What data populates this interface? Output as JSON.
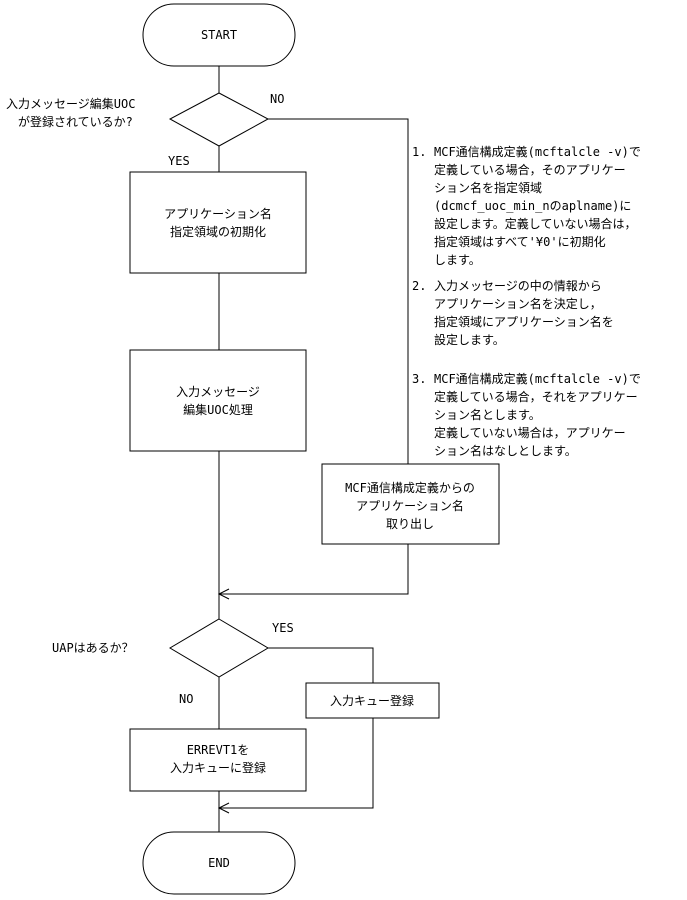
{
  "terminals": {
    "start": "START",
    "end": "END"
  },
  "decision1": {
    "question_line1": "入力メッセージ編集UOC",
    "question_line2": "が登録されているか?",
    "yes_label": "YES",
    "no_label": "NO"
  },
  "process_set_name": [
    "アプリケーション名",
    "指定領域の初期化"
  ],
  "process_edit_uoc": [
    "入力メッセージ",
    "編集UOC処理"
  ],
  "process_extract_name": [
    "MCF通信構成定義からの",
    "アプリケーション名",
    "取り出し"
  ],
  "notes": [
    {
      "number": "1.",
      "lines": [
        "MCF通信構成定義(mcftalcle -v)で",
        "定義している場合，そのアプリケー",
        "ション名を指定領域",
        "(dcmcf_uoc_min_nのaplname)に",
        "設定します。定義していない場合は，",
        "指定領域はすべて'¥0'に初期化",
        "します。"
      ]
    },
    {
      "number": "2.",
      "lines": [
        "入力メッセージの中の情報から",
        "アプリケーション名を決定し，",
        "指定領域にアプリケーション名を",
        "設定します。"
      ]
    },
    {
      "number": "3.",
      "lines": [
        "MCF通信構成定義(mcftalcle -v)で",
        "定義している場合，それをアプリケー",
        "ション名とします。",
        "定義していない場合は，アプリケー",
        "ション名はなしとします。"
      ]
    }
  ],
  "decision2": {
    "question": "UAPはあるか？",
    "yes_label": "YES",
    "no_label": "NO"
  },
  "process_input_queue": "入力キュー登録",
  "process_errevt": [
    "ERREVT1を",
    "入力キューに登録"
  ]
}
